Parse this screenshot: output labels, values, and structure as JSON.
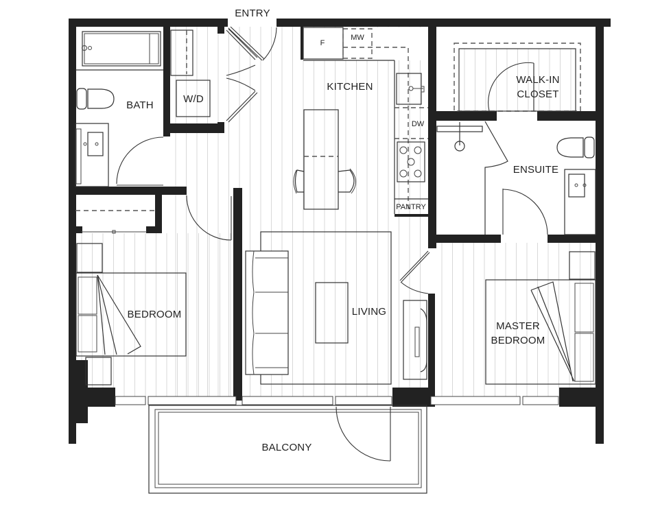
{
  "floor_plan": {
    "rooms": {
      "entry": "ENTRY",
      "kitchen": "KITCHEN",
      "bath": "BATH",
      "laundry": "W/D",
      "walk_in_closet_line1": "WALK-IN",
      "walk_in_closet_line2": "CLOSET",
      "ensuite": "ENSUITE",
      "bedroom": "BEDROOM",
      "living": "LIVING",
      "master_bedroom_line1": "MASTER",
      "master_bedroom_line2": "BEDROOM",
      "balcony": "BALCONY"
    },
    "appliances": {
      "fridge": "F",
      "microwave": "MW",
      "dishwasher": "DW",
      "pantry": "PANTRY"
    },
    "colors": {
      "wall": "#222222",
      "floor_line": "#d8d8d8",
      "background": "#ffffff"
    }
  }
}
